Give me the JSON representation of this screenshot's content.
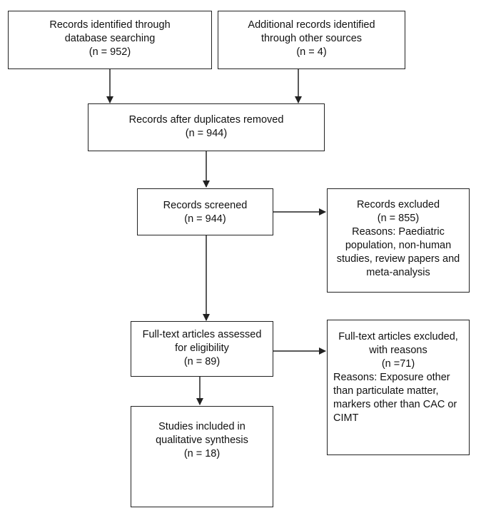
{
  "boxes": {
    "identified": {
      "lines": [
        "Records identified through",
        "database searching",
        "(n = 952)"
      ]
    },
    "additional": {
      "lines": [
        "Additional records identified",
        "through other sources",
        "(n = 4)"
      ]
    },
    "after_duplicates": {
      "lines": [
        "Records after duplicates removed",
        "(n = 944)"
      ]
    },
    "screened": {
      "lines": [
        "Records screened",
        "(n = 944)"
      ]
    },
    "excluded": {
      "lines": [
        "Records excluded",
        "(n = 855)"
      ],
      "reason_lines": [
        "Reasons: Paediatric",
        "population, non-human",
        "studies, review papers and",
        "meta-analysis"
      ]
    },
    "fulltext": {
      "lines": [
        "Full-text articles assessed",
        "for eligibility",
        "(n = 89)"
      ]
    },
    "fulltext_excluded": {
      "lines": [
        "Full-text articles excluded,",
        "with reasons",
        "(n =71)"
      ],
      "reason_lines": [
        "Reasons: Exposure other",
        "than particulate matter,",
        "markers other than CAC or",
        "CIMT"
      ]
    },
    "included": {
      "lines": [
        "Studies included in",
        "qualitative synthesis",
        "(n = 18)"
      ]
    }
  }
}
